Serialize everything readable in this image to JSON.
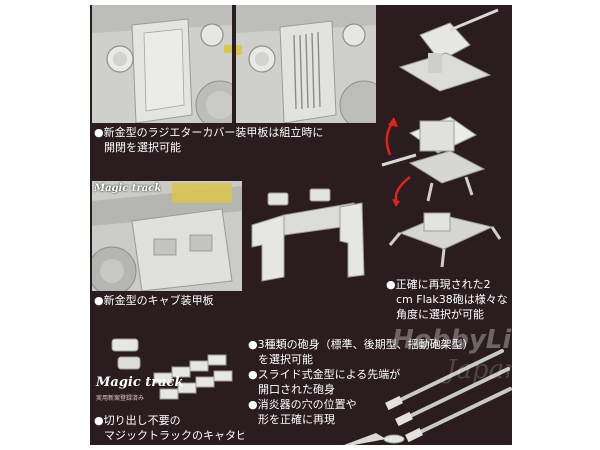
{
  "captions": {
    "radiator": [
      "●新金型のラジエターカバー装甲板は組立時に",
      "開閉を選択可能"
    ],
    "cab": [
      "●新金型のキャブ装甲板"
    ],
    "flak": [
      "●正確に再現された2",
      "cm Flak38砲は様々な",
      "角度に選択が可能"
    ],
    "barrels": [
      "●3種類の砲身（標準、後期型、揺動砲架型）",
      "を選択可能",
      "●スライド式金型による先端が",
      "開口された砲身",
      "●消炎器の穴の位置や",
      "形を正確に再現"
    ],
    "tracks": [
      "●切り出し不要の",
      "マジックトラックのキャタピラ"
    ]
  },
  "magic_track": {
    "logo": "Magic track",
    "subtitle": "実用新案登録済み"
  },
  "watermark": {
    "main": "HobbyLink",
    "secondary": "Japan"
  },
  "colors": {
    "background": "#2a1c1f",
    "caption_text": "#ffffff",
    "plastic_grey": "#d6d6d3"
  },
  "icons": [
    "rotate-arrow-icon",
    "bullet-icon"
  ]
}
